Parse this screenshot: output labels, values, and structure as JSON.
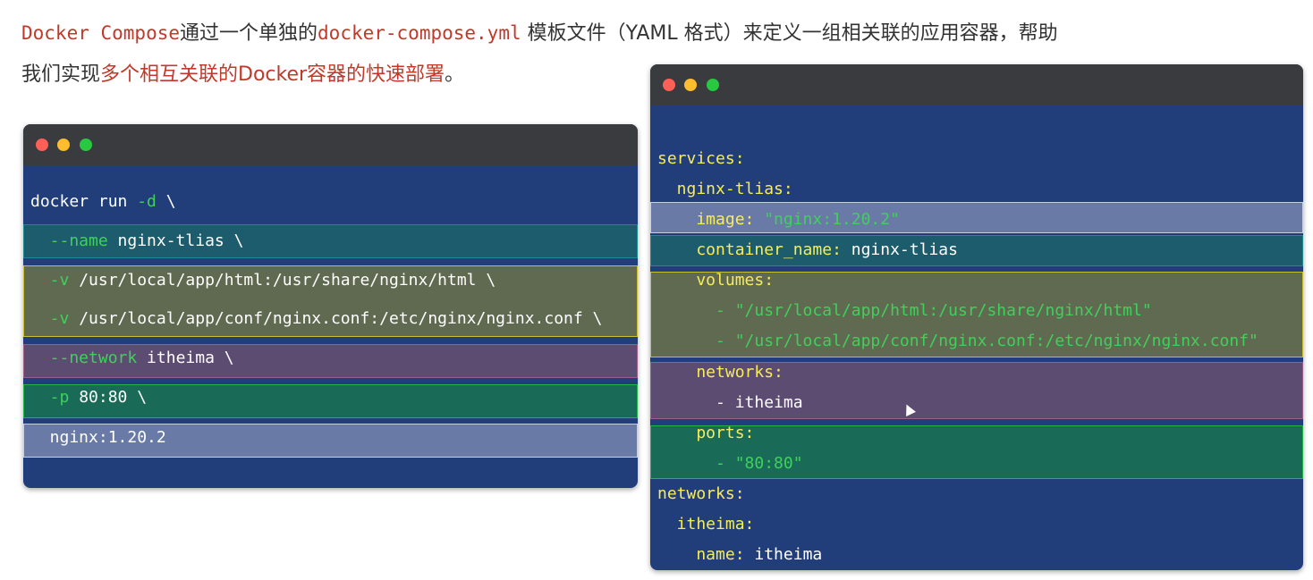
{
  "intro": {
    "line1_part1": "Docker Compose",
    "line1_part2": "通过一个单独的",
    "line1_part3": "docker-compose.yml",
    "line1_part4": " 模板文件（YAML 格式）来定义一组相关联的应用容器，帮助",
    "line2_part1": "我们实现",
    "line2_part2": "多个相互关联的Docker容器的快速部署",
    "line2_part3": "。"
  },
  "docker_run": {
    "lines": [
      {
        "cmd": "docker run ",
        "flag": "-d",
        "rest": " \\"
      },
      {
        "flag": "  --name",
        "rest": " nginx-tlias \\"
      },
      {
        "flag": "  -v",
        "rest": " /usr/local/app/html:/usr/share/nginx/html \\"
      },
      {
        "flag": "  -v",
        "rest": " /usr/local/app/conf/nginx.conf:/etc/nginx/nginx.conf \\"
      },
      {
        "flag": "  --network",
        "rest": " itheima \\"
      },
      {
        "flag": "  -p",
        "rest": " 80:80 \\"
      },
      {
        "rest": "  nginx:1.20.2"
      }
    ]
  },
  "compose": {
    "services_key": "services:",
    "service_name": "  nginx-tlias:",
    "image_key": "    image:",
    "image_val": " \"nginx:1.20.2\"",
    "container_key": "    container_name:",
    "container_val": " nginx-tlias",
    "volumes_key": "    volumes:",
    "volume1": "      - \"/usr/local/app/html:/usr/share/nginx/html\"",
    "volume2": "      - \"/usr/local/app/conf/nginx.conf:/etc/nginx/nginx.conf\"",
    "networks_key": "    networks:",
    "network_item": "      - itheima",
    "ports_key": "    ports:",
    "ports_item": "      - \"80:80\"",
    "top_networks_key": "networks:",
    "net_name_key": "  itheima:",
    "net_name_field": "    name:",
    "net_name_val": " itheima"
  }
}
